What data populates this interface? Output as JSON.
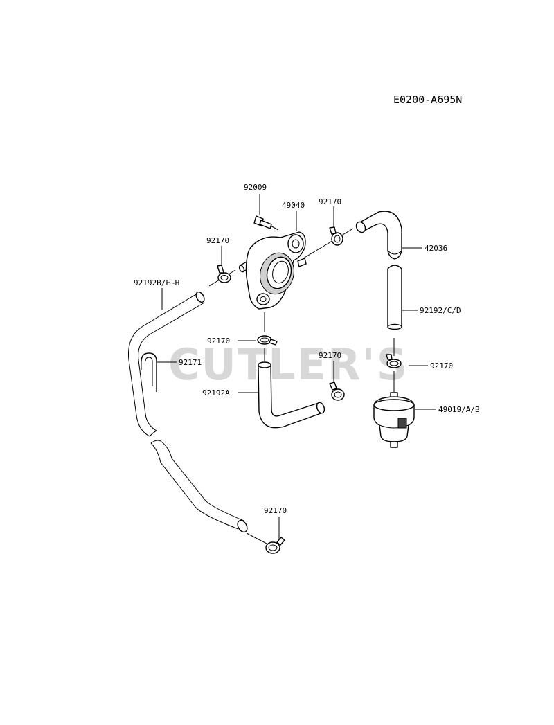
{
  "diagram_code": "E0200-A695N",
  "watermark": "CUTLER'S",
  "callouts": {
    "bolt": "92009",
    "pump": "49040",
    "clamp_top_right": "92170",
    "clamp_top_left": "92170",
    "hose_right_bend": "42036",
    "hose_left_long": "92192B/E~H",
    "hose_right_straight": "92192/C/D",
    "clamp_below_pump": "92170",
    "clip": "92171",
    "clamp_mid": "92170",
    "clamp_filter": "92170",
    "hose_mid_bend": "92192A",
    "fuel_filter": "49019/A/B",
    "clamp_bottom": "92170"
  }
}
